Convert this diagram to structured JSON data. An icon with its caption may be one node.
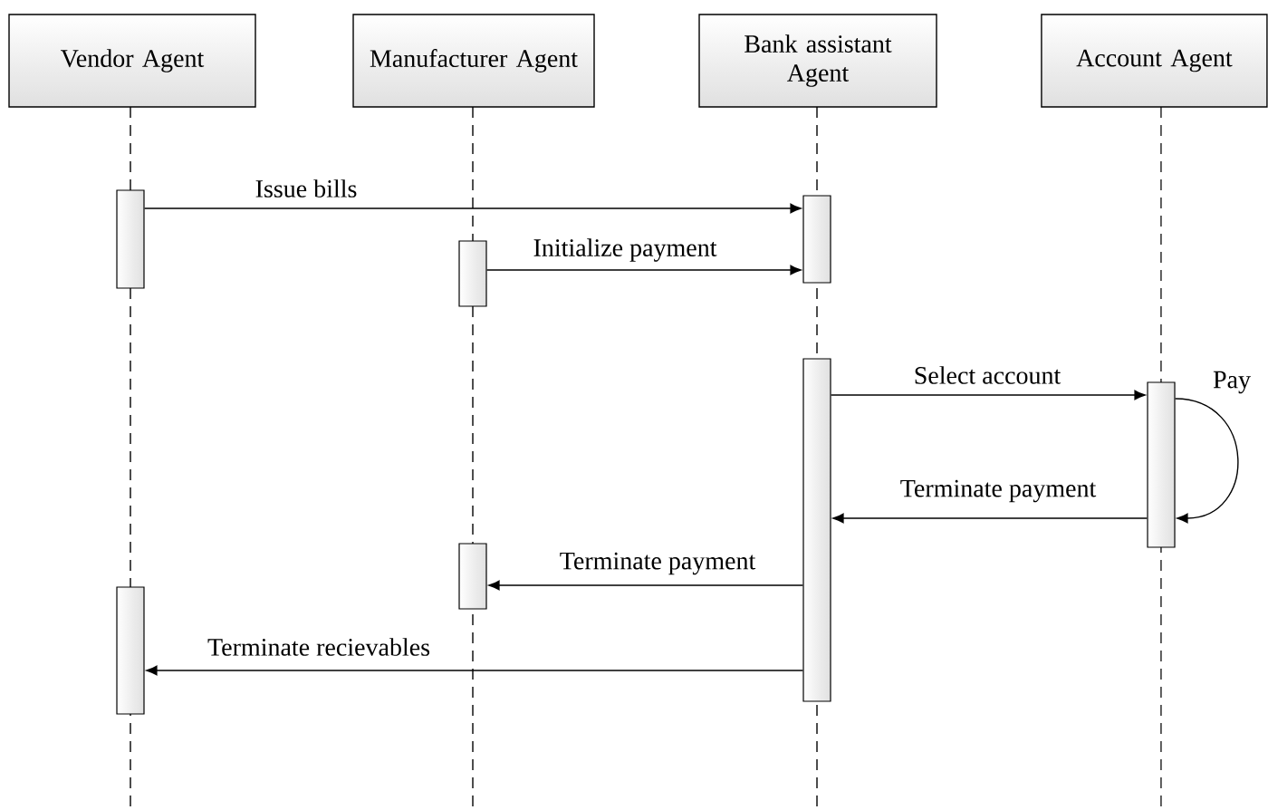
{
  "diagram": {
    "nodes": [
      {
        "text": [
          "Vendor Agent"
        ]
      },
      {
        "text": [
          "Manufacturer Agent"
        ]
      },
      {
        "text": [
          "Bank assistant Agent"
        ]
      },
      {
        "text": [
          "Account Agent"
        ]
      },
      {
        "text": [],
        "shape": "bar"
      },
      {
        "text": [],
        "shape": "bar"
      },
      {
        "text": [],
        "shape": "bar"
      },
      {
        "text": [],
        "shape": "bar"
      },
      {
        "text": [],
        "shape": "bar"
      },
      {
        "text": [],
        "shape": "bar"
      },
      {
        "text": [],
        "shape": "bar"
      }
    ],
    "edges": [
      {
        "from": 4,
        "to": 6,
        "arrow": "to",
        "label": "Issue bills"
      },
      {
        "from": 5,
        "to": 6,
        "arrow": "to",
        "label": "Initialize payment"
      },
      {
        "from": 7,
        "to": 8,
        "arrow": "to",
        "label": "Select account"
      },
      {
        "from": 8,
        "to": 8,
        "arrow": "to",
        "label": "Pay"
      },
      {
        "from": 8,
        "to": 7,
        "arrow": "to",
        "label": "Terminate payment"
      },
      {
        "from": 7,
        "to": 9,
        "arrow": "to",
        "label": "Terminate payment"
      },
      {
        "from": 7,
        "to": 10,
        "arrow": "to",
        "label": "Terminate recievables"
      }
    ]
  }
}
